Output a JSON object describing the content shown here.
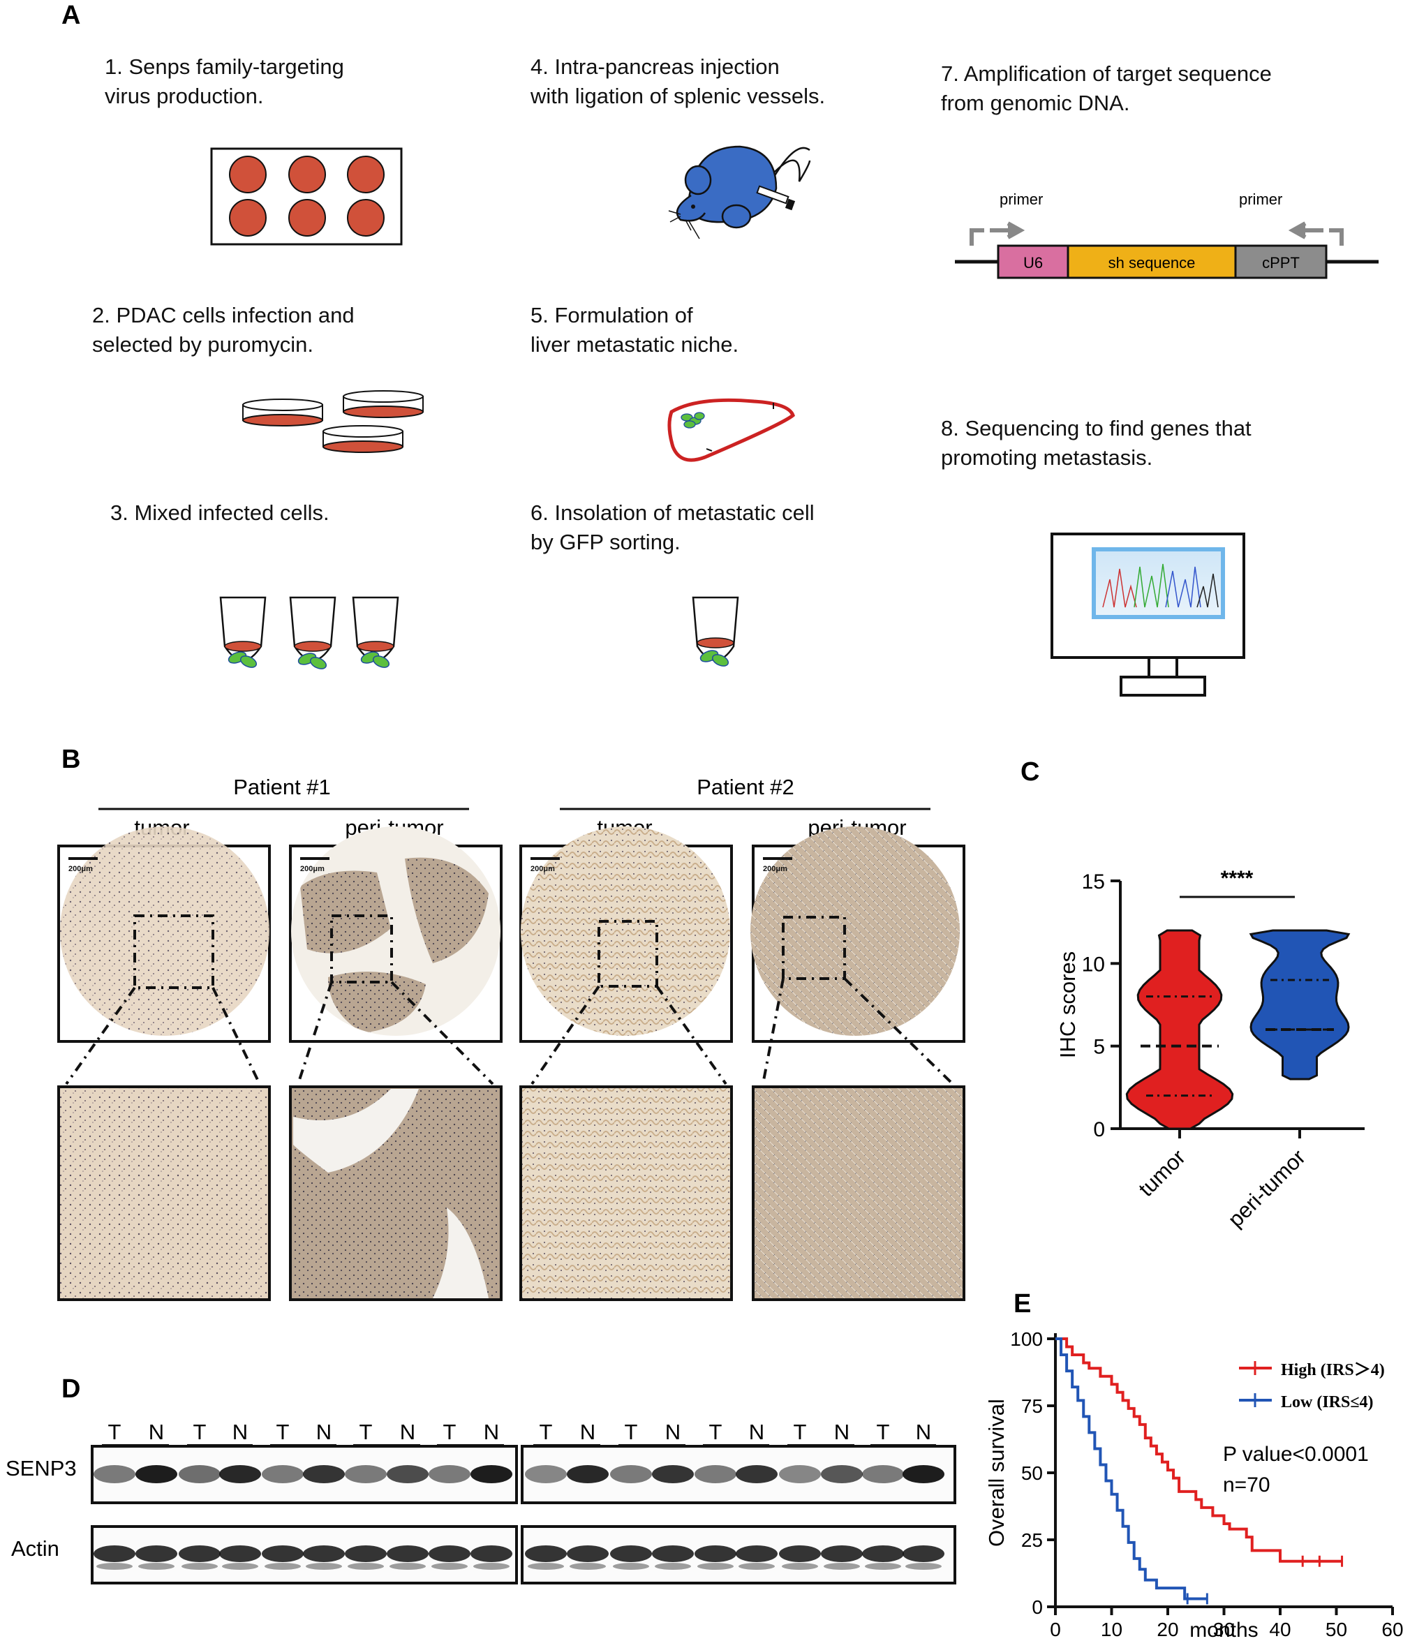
{
  "panels": {
    "A": {
      "letter": "A",
      "steps": [
        {
          "l1": "1. Senps family-targeting",
          "l2": "virus production."
        },
        {
          "l1": "2. PDAC cells infection and",
          "l2": "selected by puromycin."
        },
        {
          "l1": "3. Mixed infected cells.",
          "l2": ""
        },
        {
          "l1": "4. Intra-pancreas injection",
          "l2": "with ligation of splenic vessels."
        },
        {
          "l1": "5. Formulation of",
          "l2": "liver metastatic niche."
        },
        {
          "l1": "6. Insolation of metastatic cell",
          "l2": "by GFP sorting."
        },
        {
          "l1": "7. Amplification of target sequence",
          "l2": "from genomic DNA."
        },
        {
          "l1": "8. Sequencing to find genes that",
          "l2": "promoting metastasis."
        }
      ],
      "construct": {
        "primer_left": "primer",
        "primer_right": "primer",
        "segments": [
          {
            "label": "U6",
            "color": "#d96fa0"
          },
          {
            "label": "sh sequence",
            "color": "#efb017"
          },
          {
            "label": "cPPT",
            "color": "#8c8c8c"
          }
        ]
      },
      "colors": {
        "dish": "#d0513a",
        "mouse": "#3a6cc4",
        "liver": "#cc2222",
        "gfp": "#5cbf3e"
      }
    },
    "B": {
      "letter": "B",
      "patients": [
        {
          "label": "Patient #1",
          "cols": [
            "tumor",
            "peri-tumor"
          ]
        },
        {
          "label": "Patient #2",
          "cols": [
            "tumor",
            "peri-tumor"
          ]
        }
      ],
      "scale_bar": "200μm"
    },
    "C": {
      "letter": "C",
      "chart_data": {
        "type": "violin",
        "ylabel": "IHC scores",
        "ylim": [
          0,
          15
        ],
        "yticks": [
          0,
          5,
          10,
          15
        ],
        "categories": [
          "tumor",
          "peri-tumor"
        ],
        "groups": [
          {
            "name": "tumor",
            "color": "#e02020",
            "min": 0,
            "max": 12,
            "q1": 2,
            "median": 5,
            "q3": 8
          },
          {
            "name": "peri-tumor",
            "color": "#2155b5",
            "min": 3,
            "max": 12,
            "q1": 6,
            "median": 6,
            "q3": 9
          }
        ],
        "significance": "****"
      }
    },
    "D": {
      "letter": "D",
      "lanes": [
        "T",
        "N",
        "T",
        "N",
        "T",
        "N",
        "T",
        "N",
        "T",
        "N"
      ],
      "rows": [
        "SENP3",
        "Actin"
      ]
    },
    "E": {
      "letter": "E",
      "chart_data": {
        "type": "line",
        "xlabel": "months",
        "ylabel": "Overall survival",
        "xlim": [
          0,
          60
        ],
        "ylim": [
          0,
          100
        ],
        "xticks": [
          0,
          10,
          20,
          30,
          40,
          50,
          60
        ],
        "yticks": [
          0,
          25,
          50,
          75,
          100
        ],
        "legend_position": "top-right",
        "annotations": [
          "P value<0.0001",
          "n=70"
        ],
        "series": [
          {
            "name": "High (IRS＞4)",
            "color": "#e02020",
            "x": [
              0,
              2,
              3,
              5,
              6,
              8,
              10,
              11,
              12,
              13,
              14,
              15,
              16,
              17,
              18,
              19,
              20,
              21,
              22,
              24,
              25,
              26,
              27,
              28,
              30,
              31,
              34,
              35,
              40,
              51
            ],
            "y": [
              100,
              97,
              94,
              91,
              89,
              86,
              83,
              80,
              77,
              74,
              71,
              68,
              63,
              60,
              57,
              54,
              51,
              48,
              43,
              43,
              40,
              37,
              37,
              34,
              31,
              29,
              26,
              21,
              17,
              17
            ]
          },
          {
            "name": "Low (IRS≤4)",
            "color": "#2155b5",
            "x": [
              0,
              1,
              2,
              3,
              4,
              5,
              6,
              7,
              8,
              9,
              10,
              11,
              12,
              13,
              14,
              15,
              16,
              18,
              23,
              27
            ],
            "y": [
              100,
              94,
              88,
              82,
              77,
              71,
              65,
              59,
              53,
              47,
              42,
              36,
              30,
              24,
              18,
              14,
              10,
              7,
              3,
              3
            ]
          }
        ]
      }
    }
  }
}
